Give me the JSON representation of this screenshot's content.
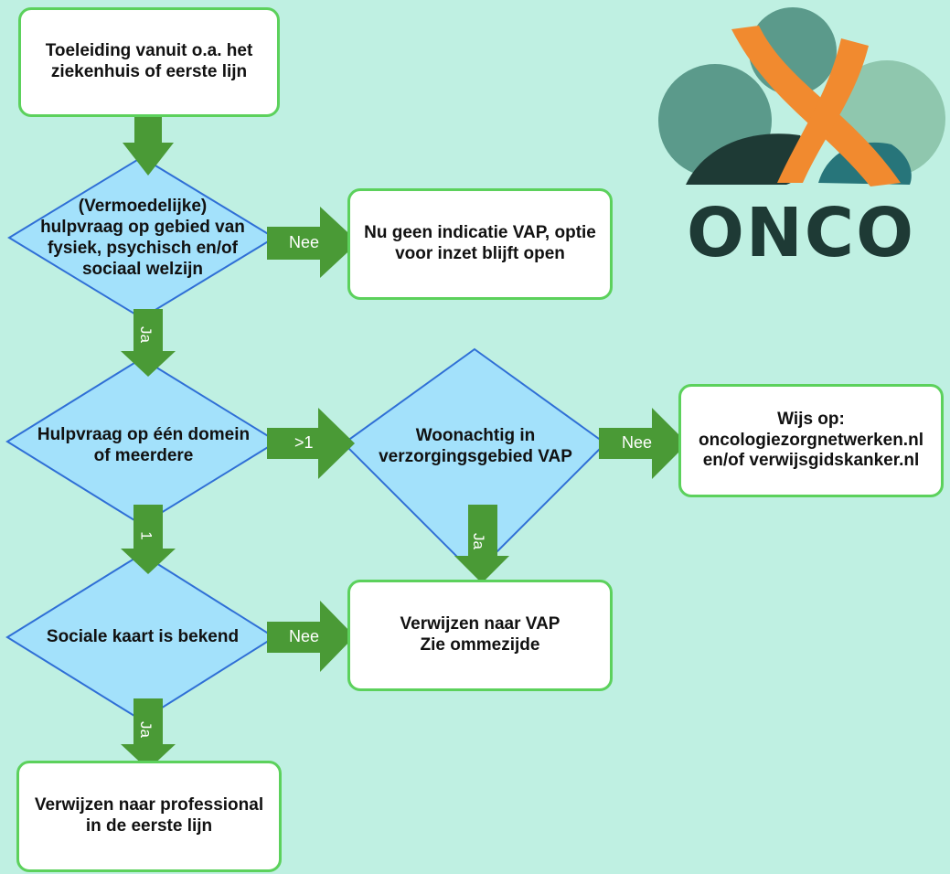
{
  "colors": {
    "background": "#bff0e2",
    "box_border": "#5cd15c",
    "box_fill": "#ffffff",
    "diamond_fill": "#a3e1fb",
    "diamond_border": "#2f6fd6",
    "arrow": "#4a9a36",
    "logo_orange": "#f18a2f",
    "logo_teal_dark": "#1e3a35",
    "logo_teal_mid": "#5b9a8b",
    "logo_teal_light": "#8fc7ae",
    "logo_teal_deep": "#27757a"
  },
  "nodes": {
    "start": "Toeleiding vanuit o.a. het\nziekenhuis of eerste lijn",
    "decision_hulpvraag": "(Vermoedelijke)\nhulpvraag op gebied van\nfysiek, psychisch en/of\nsociaal welzijn",
    "no_indication": "Nu geen indicatie VAP, optie\nvoor inzet blijft open",
    "decision_domein": "Hulpvraag op  één domein\nof meerdere",
    "decision_woonachtig": "Woonachtig in\nverzorgingsgebied VAP",
    "wijs_op": "Wijs op:\noncologiezorgnetwerken.nl\nen/of verwijsgidskanker.nl",
    "decision_sociale_kaart": "Sociale kaart is bekend",
    "verwijzen_vap": "Verwijzen naar VAP\nZie ommezijde",
    "verwijzen_professional": "Verwijzen naar professional\nin de eerste lijn"
  },
  "arrow_labels": {
    "nee_1": "Nee",
    "ja_1": "Ja",
    "more_than_one": ">1",
    "nee_2": "Nee",
    "one": "1",
    "ja_2": "Ja",
    "nee_3": "Nee",
    "ja_3": "Ja"
  },
  "logo": {
    "text": "ONCO"
  }
}
